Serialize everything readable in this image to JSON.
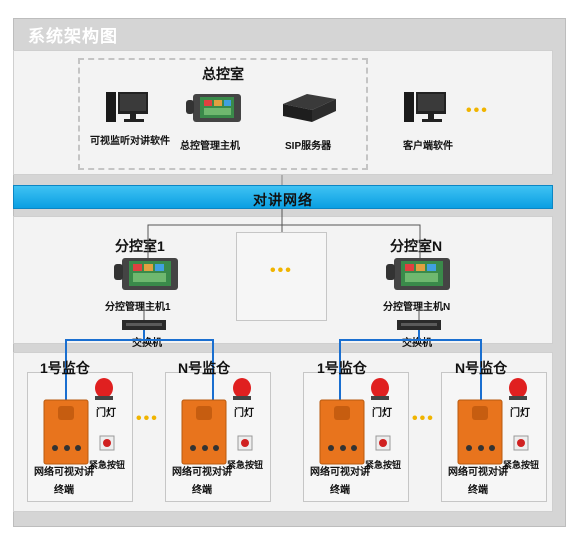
{
  "title": "系统架构图",
  "control_room": {
    "title": "总控室",
    "items": [
      "可视监听对讲软件",
      "总控管理主机",
      "SIP服务器",
      "客户端软件"
    ],
    "dots": "•••"
  },
  "network": "对讲网络",
  "sub_rooms": [
    {
      "title": "分控室1",
      "host": "分控管理主机1",
      "switch": "交换机"
    },
    {
      "title": "分控室N",
      "host": "分控管理主机N",
      "switch": "交换机"
    }
  ],
  "middle_dots": "•••",
  "bins": [
    {
      "title": "1号监仓",
      "door": "门灯",
      "button": "紧急按钮",
      "terminal": "网络可视对讲终端"
    },
    {
      "title": "N号监仓",
      "door": "门灯",
      "button": "紧急按钮",
      "terminal": "网络可视对讲终端"
    },
    {
      "title": "1号监仓",
      "door": "门灯",
      "button": "紧急按钮",
      "terminal": "网络可视对讲终端"
    },
    {
      "title": "N号监仓",
      "door": "门灯",
      "button": "紧急按钮",
      "terminal": "网络可视对讲终端"
    }
  ],
  "bin_dots": "•••"
}
